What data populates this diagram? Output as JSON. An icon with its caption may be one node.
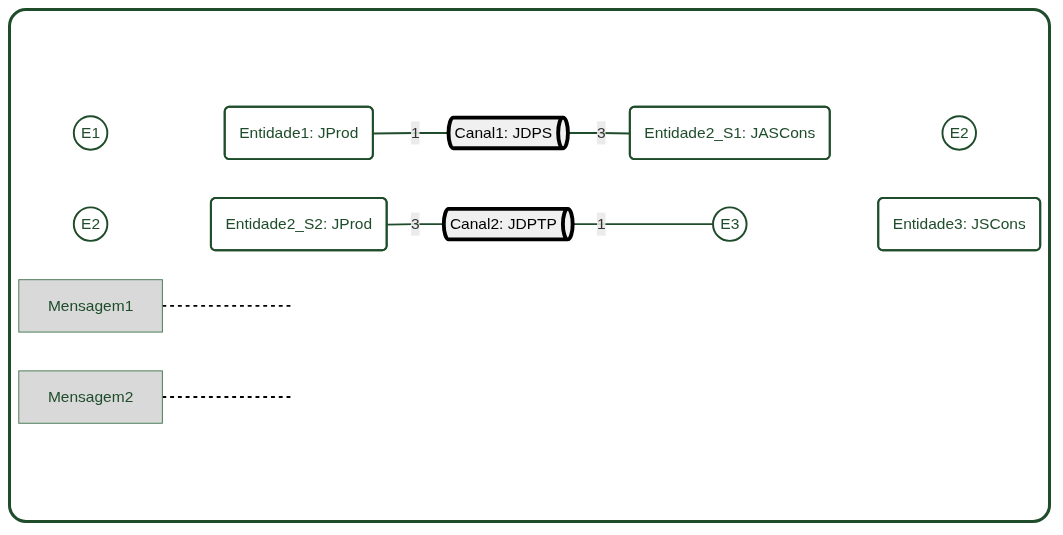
{
  "diagram": {
    "nodes": [
      {
        "text": [
          "E1"
        ]
      },
      {
        "text": [
          "Entidade1: JProd"
        ]
      },
      {
        "text": [
          "Canal1: JDPS"
        ]
      },
      {
        "text": [
          "Entidade2_S1: JASCons"
        ]
      },
      {
        "text": [
          "E2"
        ]
      },
      {
        "text": [
          "Mensagem1"
        ]
      },
      {
        "text": [
          "E2"
        ]
      },
      {
        "text": [
          "Entidade2_S2: JProd"
        ]
      },
      {
        "text": [
          "Canal2: JDPTP"
        ]
      },
      {
        "text": [
          "E3"
        ]
      },
      {
        "text": [
          "Entidade3: JSCons"
        ]
      },
      {
        "text": [
          "Mensagem2"
        ]
      }
    ],
    "edges": [
      {
        "from": 1,
        "to": 2,
        "arrow": "none",
        "label": "1"
      },
      {
        "from": 2,
        "to": 3,
        "arrow": "none",
        "label": "3"
      },
      {
        "from": 5,
        "to": null,
        "arrow": "none",
        "style": "dashed"
      },
      {
        "from": 7,
        "to": 8,
        "arrow": "none",
        "label": "3"
      },
      {
        "from": 8,
        "to": 9,
        "arrow": "none",
        "label": "1"
      },
      {
        "from": 11,
        "to": null,
        "arrow": "none",
        "style": "dashed"
      }
    ]
  }
}
